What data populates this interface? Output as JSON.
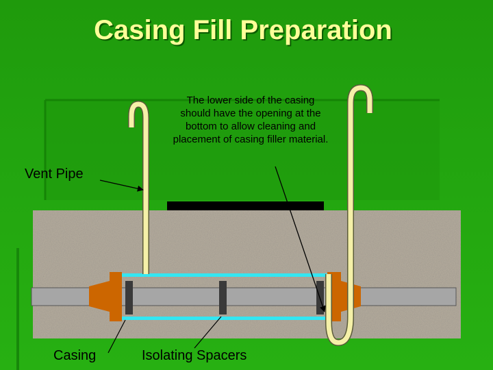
{
  "title": "Casing Fill Preparation",
  "caption": "The lower side of the casing should have the opening at the bottom to allow cleaning and placement of casing filler material.",
  "labels": {
    "vent_pipe": "Vent Pipe",
    "casing": "Casing",
    "isolating_spacers": "Isolating Spacers"
  },
  "colors": {
    "background": "#22a40f",
    "title": "#ffff99",
    "soil": "#b0a89a",
    "vent_pipe": "#f5f0a8",
    "casing_lines": "#33e6f2",
    "carrier_pipe": "#a6a6a6",
    "end_seals": "#cc6600",
    "spacers": "#3a3a3a",
    "road": "#000000"
  }
}
